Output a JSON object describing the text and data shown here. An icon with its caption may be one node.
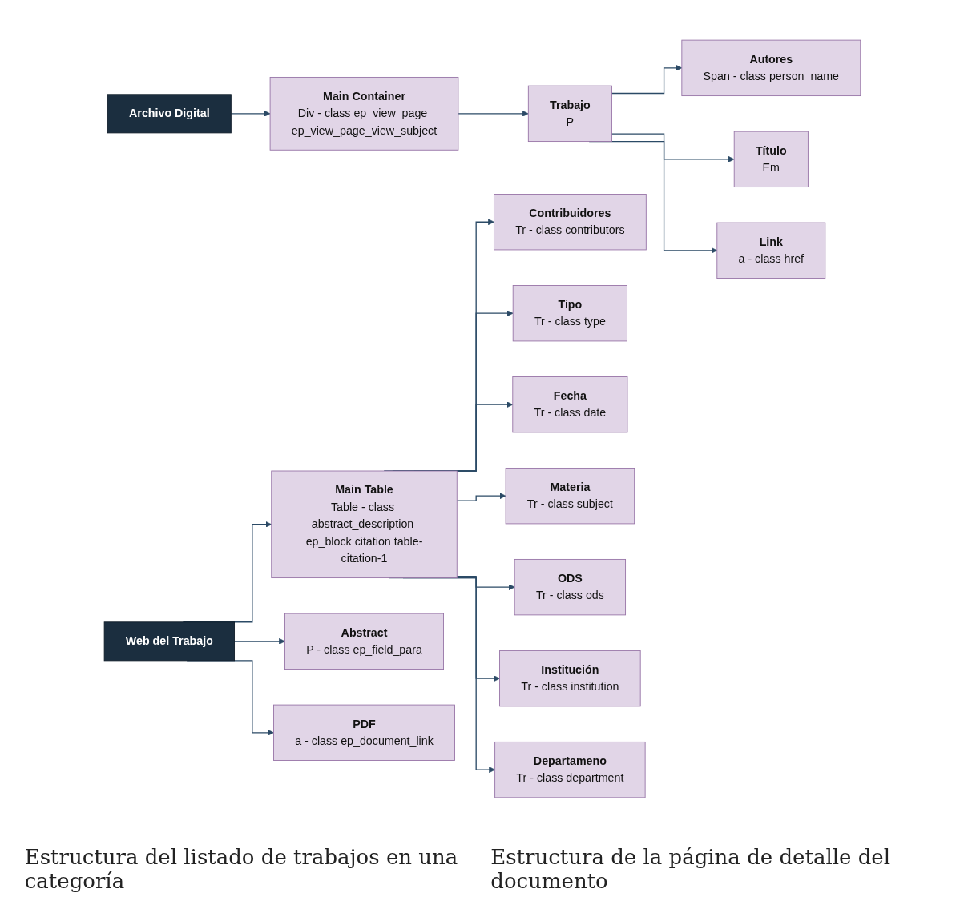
{
  "diagram": {
    "nodes": [
      {
        "text": [
          "Archivo Digital"
        ]
      },
      {
        "text": [
          "Main Container",
          "Div - class ep_view_page ep_view_page_view_subject"
        ]
      },
      {
        "text": [
          "Trabajo",
          "P"
        ]
      },
      {
        "text": [
          "Autores",
          "Span - class person_name"
        ]
      },
      {
        "text": [
          "Título",
          "Em"
        ]
      },
      {
        "text": [
          "Link",
          "a - class href"
        ]
      },
      {
        "text": [
          "Web del Trabajo"
        ]
      },
      {
        "text": [
          "Main Table",
          "Table - class abstract_description ep_block citation table-citation-1"
        ]
      },
      {
        "text": [
          "Contribuidores",
          "Tr - class contributors"
        ]
      },
      {
        "text": [
          "Tipo",
          "Tr - class type"
        ]
      },
      {
        "text": [
          "Fecha",
          "Tr - class date"
        ]
      },
      {
        "text": [
          "Materia",
          "Tr - class subject"
        ]
      },
      {
        "text": [
          "ODS",
          "Tr - class ods"
        ]
      },
      {
        "text": [
          "Institución",
          "Tr - class institution"
        ]
      },
      {
        "text": [
          "Departameno",
          "Tr - class department"
        ]
      },
      {
        "text": [
          "Abstract",
          "P - class ep_field_para"
        ]
      },
      {
        "text": [
          "PDF",
          "a - class ep_document_link"
        ]
      }
    ],
    "edges": [
      {
        "from": 0,
        "to": 1,
        "arrow": "to"
      },
      {
        "from": 1,
        "to": 2,
        "arrow": "to"
      },
      {
        "from": 2,
        "to": 3,
        "arrow": "to"
      },
      {
        "from": 2,
        "to": 4,
        "arrow": "to"
      },
      {
        "from": 2,
        "to": 5,
        "arrow": "to"
      },
      {
        "from": 6,
        "to": 7,
        "arrow": "to"
      },
      {
        "from": 7,
        "to": 8,
        "arrow": "to"
      },
      {
        "from": 7,
        "to": 9,
        "arrow": "to"
      },
      {
        "from": 7,
        "to": 10,
        "arrow": "to"
      },
      {
        "from": 7,
        "to": 11,
        "arrow": "to"
      },
      {
        "from": 7,
        "to": 12,
        "arrow": "to"
      },
      {
        "from": 7,
        "to": 13,
        "arrow": "to"
      },
      {
        "from": 7,
        "to": 14,
        "arrow": "to"
      },
      {
        "from": 6,
        "to": 15,
        "arrow": "to"
      },
      {
        "from": 6,
        "to": 16,
        "arrow": "to"
      }
    ],
    "labels": [
      "Estructura del listado de trabajos en una categoría",
      "Estructura de la página de detalle del documento"
    ]
  }
}
